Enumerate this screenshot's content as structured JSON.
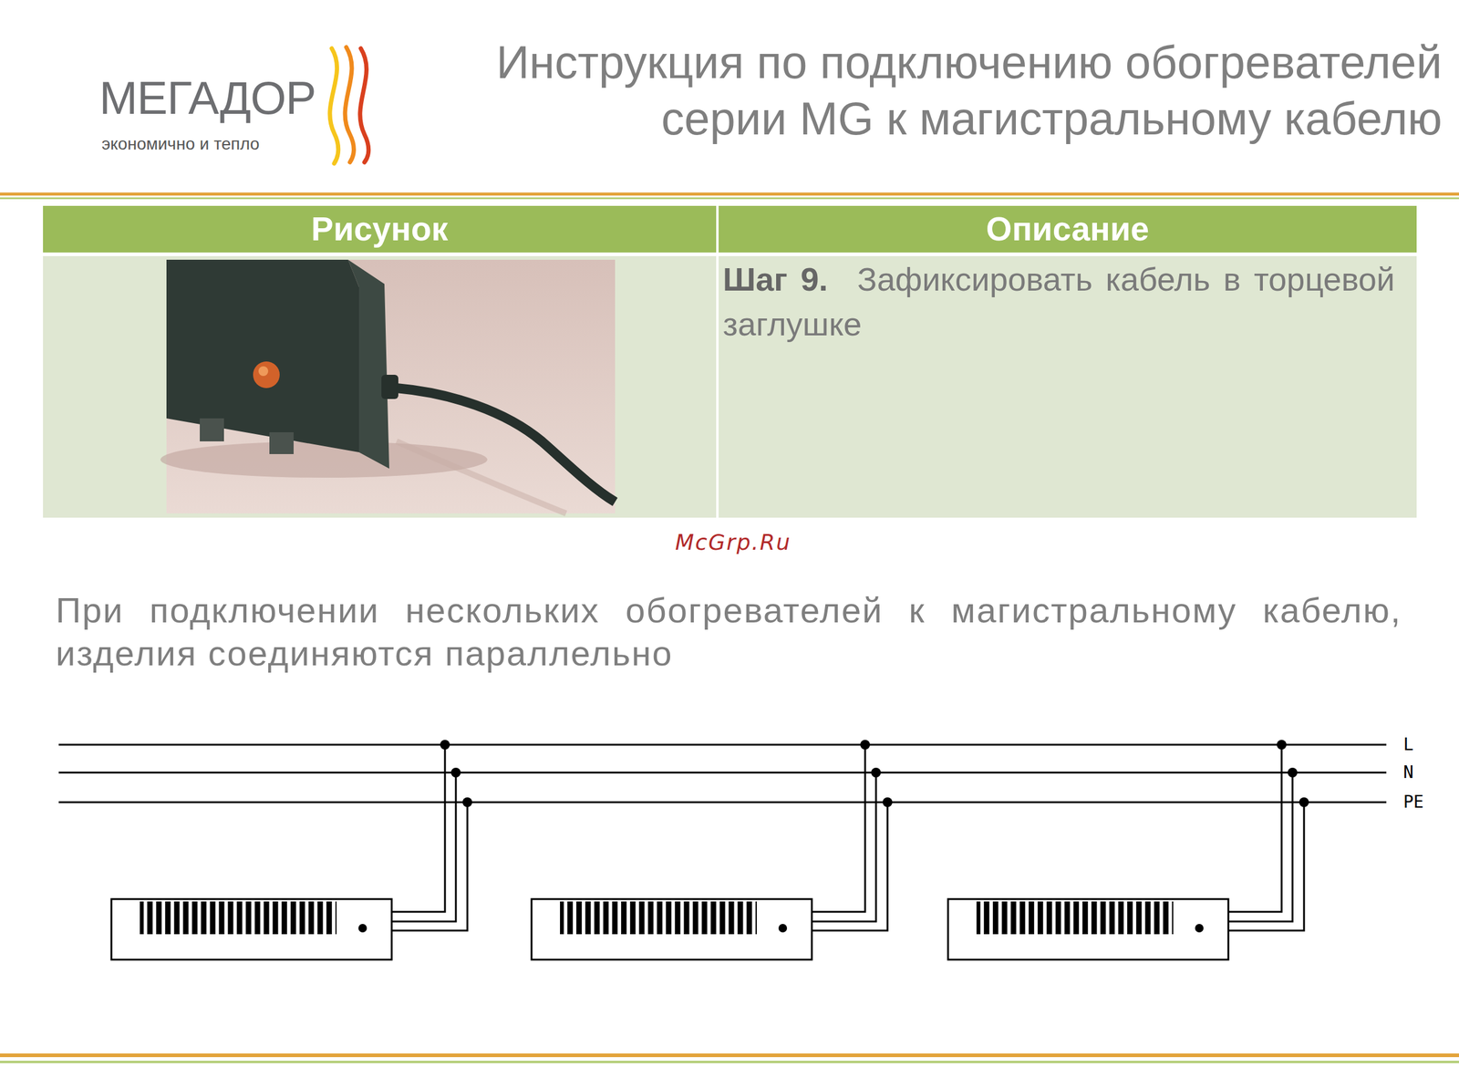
{
  "diagram": {
    "title": "Инструкция по подключению обогревателей серии MG к магистральному кабелю",
    "labels": [
      "МЕГАДОР",
      "экономично и тепло",
      "Рисунок",
      "Описание",
      "Шаг 9.",
      "Зафиксировать кабель в торцевой заглушке",
      "McGrp.Ru",
      "При подключении нескольких обогревателей к магистральному кабелю, изделия соединяются параллельно",
      "L",
      "N",
      "PE"
    ]
  }
}
